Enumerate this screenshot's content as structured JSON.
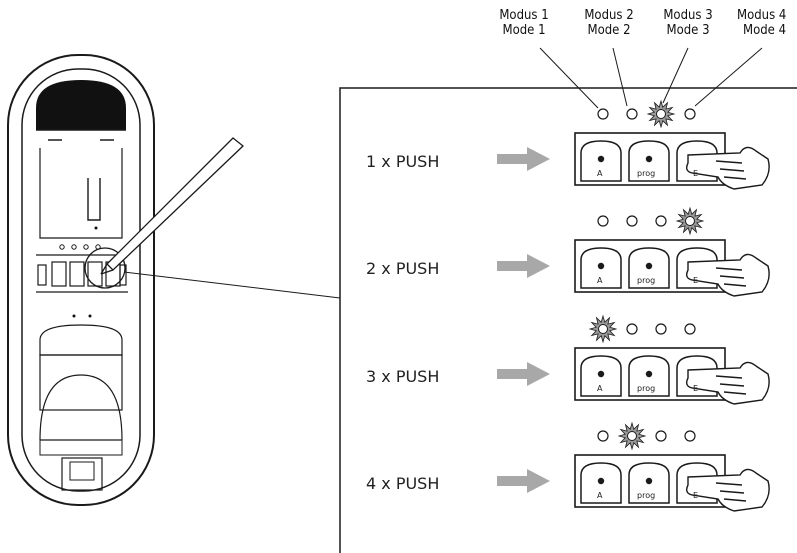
{
  "modes": [
    {
      "line1": "Modus 1",
      "line2": "Mode 1"
    },
    {
      "line1": "Modus 2",
      "line2": "Mode 2"
    },
    {
      "line1": "Modus 3",
      "line2": "Mode 3"
    },
    {
      "line1": "Modus 4",
      "line2": "Mode 4"
    }
  ],
  "steps": [
    {
      "label": "1 x PUSH",
      "active_led": 3
    },
    {
      "label": "2 x PUSH",
      "active_led": 4
    },
    {
      "label": "3 x PUSH",
      "active_led": 1
    },
    {
      "label": "4 x PUSH",
      "active_led": 2
    }
  ],
  "keys": [
    "A",
    "prog",
    "E"
  ],
  "colors": {
    "line": "#1a1a1a",
    "arrow": "#a8a8a8",
    "led_glow": "#9a9a9a"
  },
  "icons": {
    "pen": "stylus-icon",
    "hand": "pointing-hand-icon",
    "led_on": "led-flash-icon"
  }
}
